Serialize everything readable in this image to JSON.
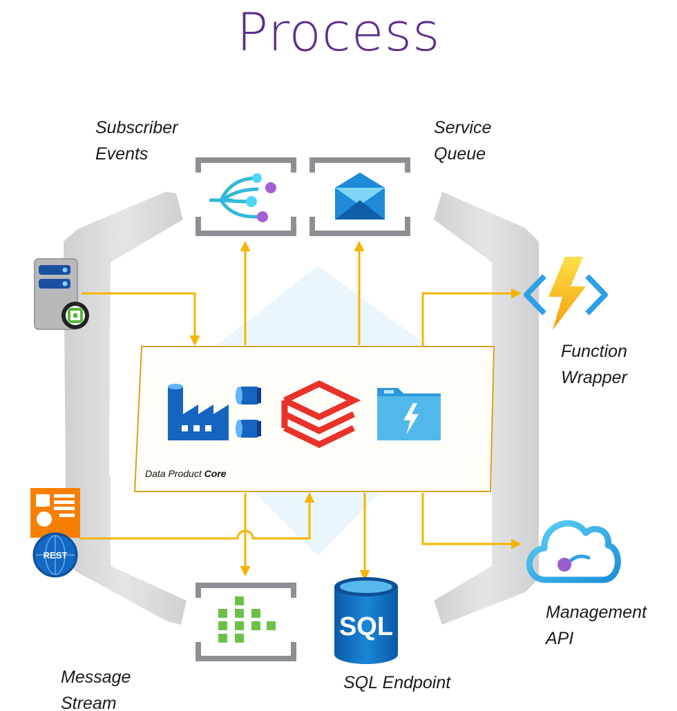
{
  "title": "Process",
  "labels": {
    "subscriber_events": [
      "Subscriber",
      "Events"
    ],
    "service_queue": [
      "Service",
      "Queue"
    ],
    "function_wrapper": [
      "Function",
      "Wrapper"
    ],
    "management_api": [
      "Management",
      "API"
    ],
    "message_stream": [
      "Message",
      "Stream"
    ],
    "sql_endpoint": "SQL Endpoint"
  },
  "core": {
    "label_prefix": "Data Product ",
    "label_bold": "Core"
  },
  "icons": {
    "rest_badge": "REST",
    "sql_badge": "SQL",
    "event-grid": "event-grid-icon",
    "service-bus": "service-bus-icon",
    "functions": "function-icon",
    "api-management": "api-management-icon",
    "event-hub": "event-hub-icon",
    "sql-database": "sql-database-icon",
    "server": "server-icon",
    "rest-api": "rest-api-icon",
    "data-factory": "data-factory-icon",
    "databricks": "databricks-icon",
    "storage": "storage-folder-icon"
  },
  "colors": {
    "title": "#5b2d8e",
    "arrow": "#f5b400",
    "frame": "#8c8f93",
    "ring": "#d9d9d9",
    "azure_blue": "#0f6cbd",
    "databricks_red": "#e8322a"
  }
}
